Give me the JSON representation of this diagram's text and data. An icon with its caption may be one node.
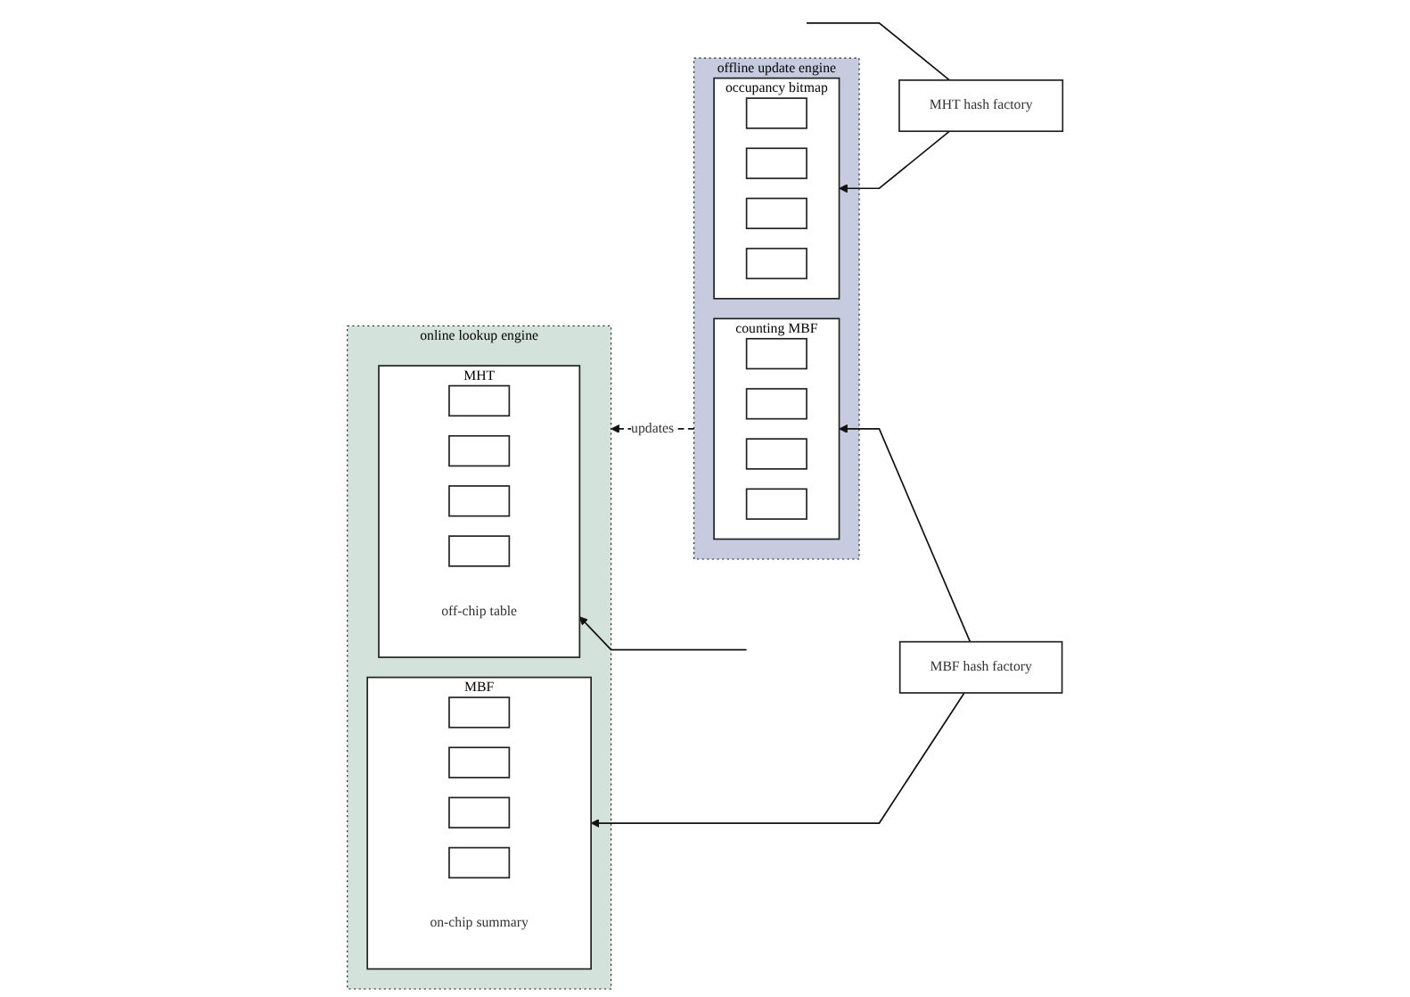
{
  "diagram": {
    "nodes": [
      {
        "text": [
          "offline update engine"
        ]
      },
      {
        "text": [
          "occupancy bitmap"
        ],
        "in": 0
      },
      {
        "text": [],
        "shape": "box",
        "in": 1
      },
      {
        "text": [],
        "shape": "box",
        "in": 1
      },
      {
        "text": [],
        "shape": "box",
        "in": 1
      },
      {
        "text": [],
        "shape": "box",
        "in": 1
      },
      {
        "text": [
          "MHT hash factory"
        ]
      },
      {
        "text": [
          "counting MBF"
        ],
        "in": 0
      },
      {
        "text": [],
        "shape": "box",
        "in": 7
      },
      {
        "text": [],
        "shape": "box",
        "in": 7
      },
      {
        "text": [],
        "shape": "box",
        "in": 7
      },
      {
        "text": [],
        "shape": "box",
        "in": 7
      },
      {
        "text": [
          "MBF hash factory"
        ]
      },
      {
        "text": [
          "online lookup engine"
        ]
      },
      {
        "text": [
          "MBF"
        ],
        "in": 13,
        "beside": [
          "on-chip summary"
        ]
      },
      {
        "text": [],
        "shape": "box",
        "in": 14
      },
      {
        "text": [],
        "shape": "box",
        "in": 14
      },
      {
        "text": [],
        "shape": "box",
        "in": 14
      },
      {
        "text": [],
        "shape": "box",
        "in": 14
      },
      {
        "text": [
          "MHT"
        ],
        "in": 13,
        "beside": [
          "off-chip table"
        ]
      },
      {
        "text": [],
        "shape": "box",
        "in": 19
      },
      {
        "text": [],
        "shape": "box",
        "in": 19
      },
      {
        "text": [],
        "shape": "box",
        "in": 19
      },
      {
        "text": [],
        "shape": "box",
        "in": 19
      }
    ],
    "edges": [
      {
        "from": 6,
        "to": 1,
        "arrow": "to"
      },
      {
        "from": 6,
        "to": null,
        "arrow": "none"
      },
      {
        "from": 12,
        "to": 7,
        "arrow": "to"
      },
      {
        "from": 12,
        "to": 14,
        "arrow": "to"
      },
      {
        "from": 0,
        "to": 13,
        "arrow": "to",
        "style": "dashed",
        "label": "updates"
      },
      {
        "from": null,
        "to": 19,
        "arrow": "to"
      }
    ]
  }
}
